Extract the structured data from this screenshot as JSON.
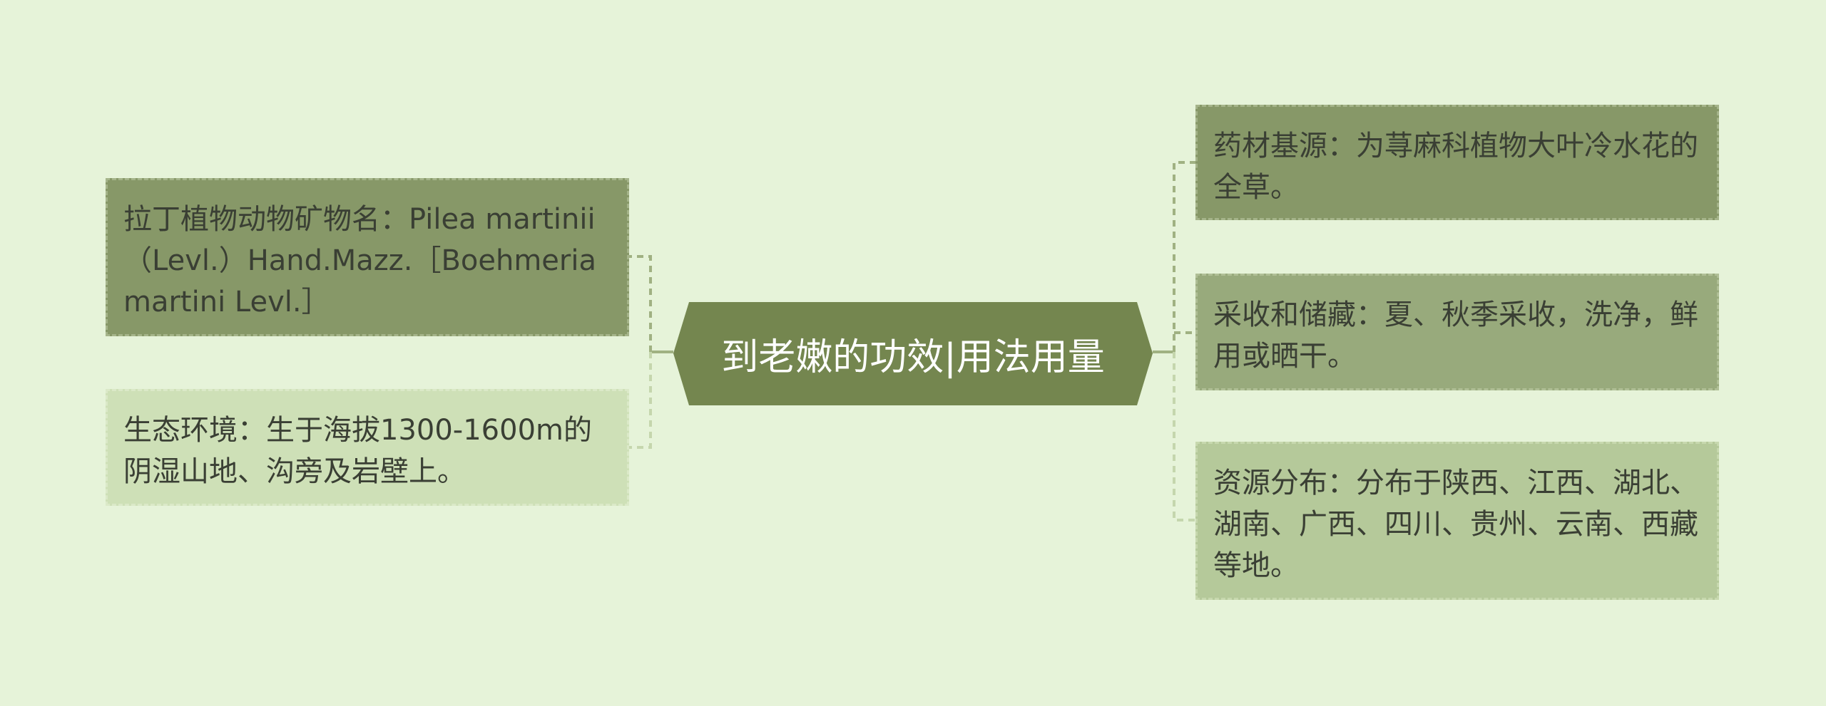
{
  "mindmap": {
    "center": {
      "label": "到老嫩的功效|用法用量"
    },
    "left_nodes": [
      {
        "text": "拉丁植物动物矿物名：Pilea martinii（Levl.）Hand.Mazz.［Boehmeria martini Levl.］"
      },
      {
        "text": "生态环境：生于海拔1300-1600m的阴湿山地、沟旁及岩壁上。"
      }
    ],
    "right_nodes": [
      {
        "text": "药材基源：为荨麻科植物大叶冷水花的全草。"
      },
      {
        "text": "采收和储藏：夏、秋季采收，洗净，鲜用或晒干。"
      },
      {
        "text": "资源分布：分布于陕西、江西、湖北、湖南、广西、四川、贵州、云南、西藏等地。"
      }
    ]
  },
  "colors": {
    "background": "#e6f3d9",
    "center_fill": "#74864f",
    "node_dark": "#879868",
    "node_mid": "#98aa7c",
    "node_light": "#b5c99a",
    "node_pale": "#cee0b7",
    "connector": "#a0b182",
    "connector_light": "#c5d6ad"
  }
}
